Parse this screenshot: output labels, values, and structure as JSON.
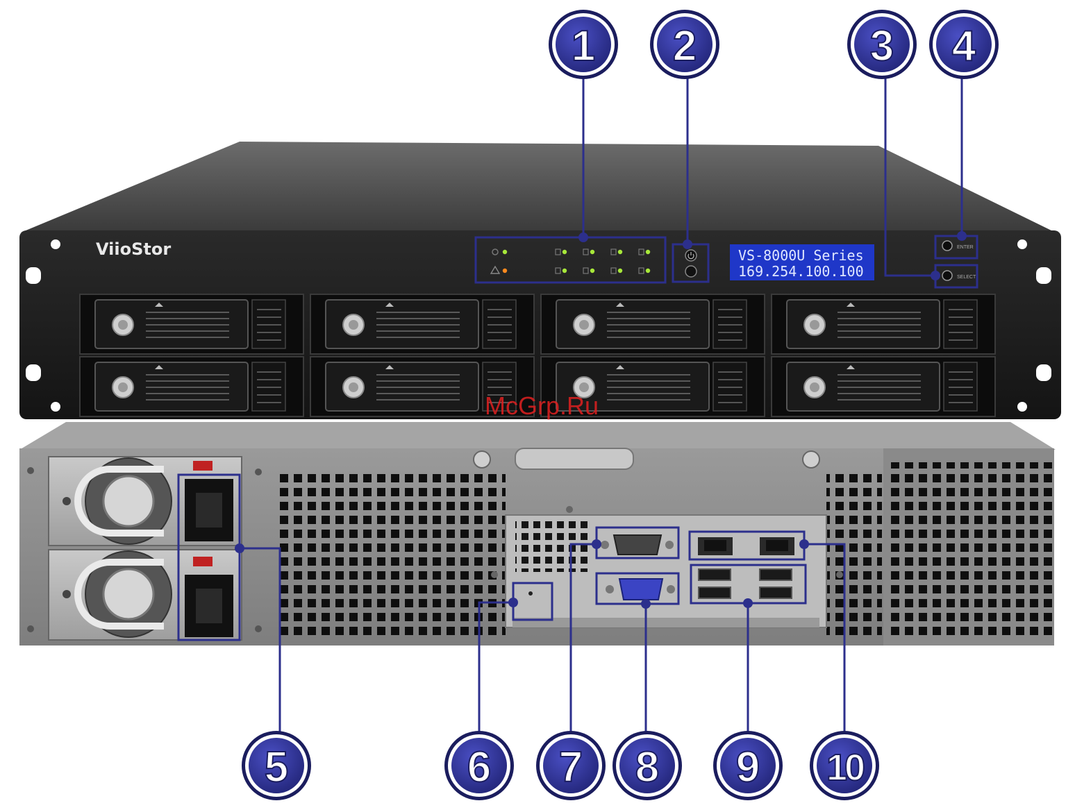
{
  "device": {
    "brand": "ViioStor",
    "lcd_line1": "VS-8000U Series",
    "lcd_line2": "169.254.100.100",
    "enter_label": "ENTER",
    "select_label": "SELECT"
  },
  "callouts": [
    "1",
    "2",
    "3",
    "4",
    "5",
    "6",
    "7",
    "8",
    "9",
    "10"
  ],
  "watermark": "McGrp.Ru",
  "colors": {
    "callout_fill": "#2c2f8c",
    "callout_ring": "#ffffff",
    "callout_outline": "#1b1d5e",
    "leader_line": "#2c2f8c",
    "chassis_dark": "#1c1c1c",
    "chassis_top": "#5a5a5a",
    "rear_panel": "#8e8e8e",
    "lcd_bg": "#1f37c8",
    "lcd_text": "#dfe6ff",
    "led_green": "#a8e83a",
    "led_orange": "#ff8a1e",
    "watermark": "#e02020"
  },
  "icons": {
    "power": "power-icon",
    "hdd_led": "hdd-led-icon",
    "alert": "alert-icon"
  }
}
